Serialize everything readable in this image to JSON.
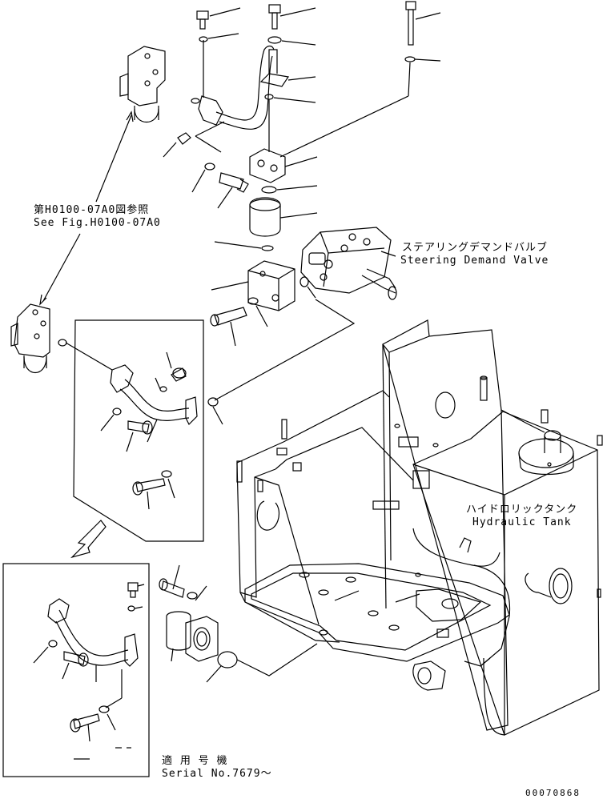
{
  "labels": {
    "see_fig_jp": "第H0100-07A0図参照",
    "see_fig_en": "See Fig.H0100-07A0",
    "valve_jp": "ステアリングデマンドバルブ",
    "valve_en": "Steering Demand Valve",
    "tank_jp": "ハイドロリックタンク",
    "tank_en": "Hydraulic Tank",
    "serial_jp": "適 用 号 機",
    "serial_en": "Serial No.7679～",
    "drawing_no": "00070868"
  }
}
